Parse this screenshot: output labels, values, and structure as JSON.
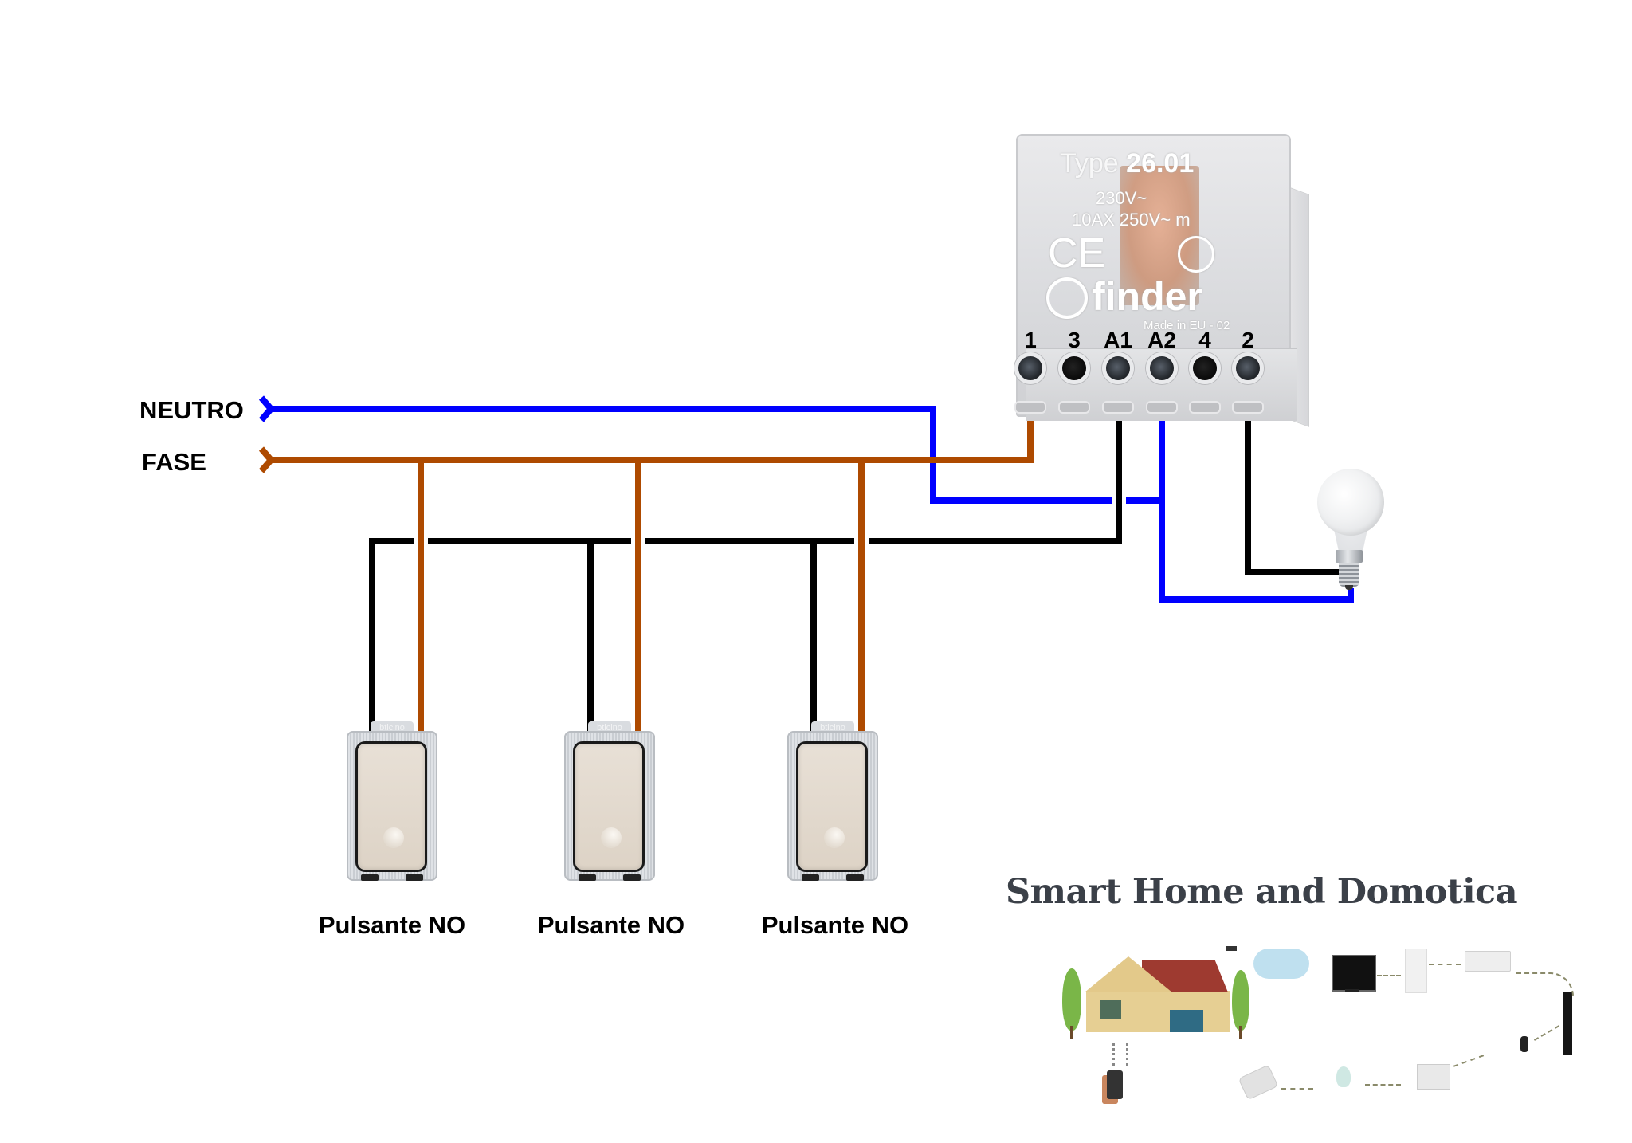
{
  "diagram": {
    "title": "Relè passo-passo con pulsanti NO",
    "wire_colors": {
      "neutral": "#0000ff",
      "phase": "#ae4a00",
      "control": "#000000"
    },
    "supply_lines": [
      {
        "id": "neutro",
        "label": "NEUTRO",
        "color": "#0000ff"
      },
      {
        "id": "fase",
        "label": "FASE",
        "color": "#ae4a00"
      }
    ],
    "relay": {
      "type_word": "Type",
      "model": "26.01",
      "coil_rating": "230V~",
      "contact_rating": "10AX 250V~ m",
      "ce_mark": "CE",
      "brand": "finder",
      "made_in": "Made in EU - 02",
      "terminals": [
        {
          "label": "1",
          "kind": "screw",
          "wire": "phase"
        },
        {
          "label": "3",
          "kind": "hole",
          "wire": null
        },
        {
          "label": "A1",
          "kind": "screw",
          "wire": "control"
        },
        {
          "label": "A2",
          "kind": "screw",
          "wire": "neutral"
        },
        {
          "label": "4",
          "kind": "hole",
          "wire": null
        },
        {
          "label": "2",
          "kind": "screw",
          "wire": "lamp"
        }
      ]
    },
    "switches": [
      {
        "label": "Pulsante NO",
        "brand_mark": "bticino"
      },
      {
        "label": "Pulsante NO",
        "brand_mark": "bticino"
      },
      {
        "label": "Pulsante NO",
        "brand_mark": "bticino"
      }
    ],
    "lamp": {
      "name": "light-bulb"
    },
    "watermark": {
      "title": "Smart Home and Domotica",
      "illustration": "smart-home-devices"
    }
  }
}
